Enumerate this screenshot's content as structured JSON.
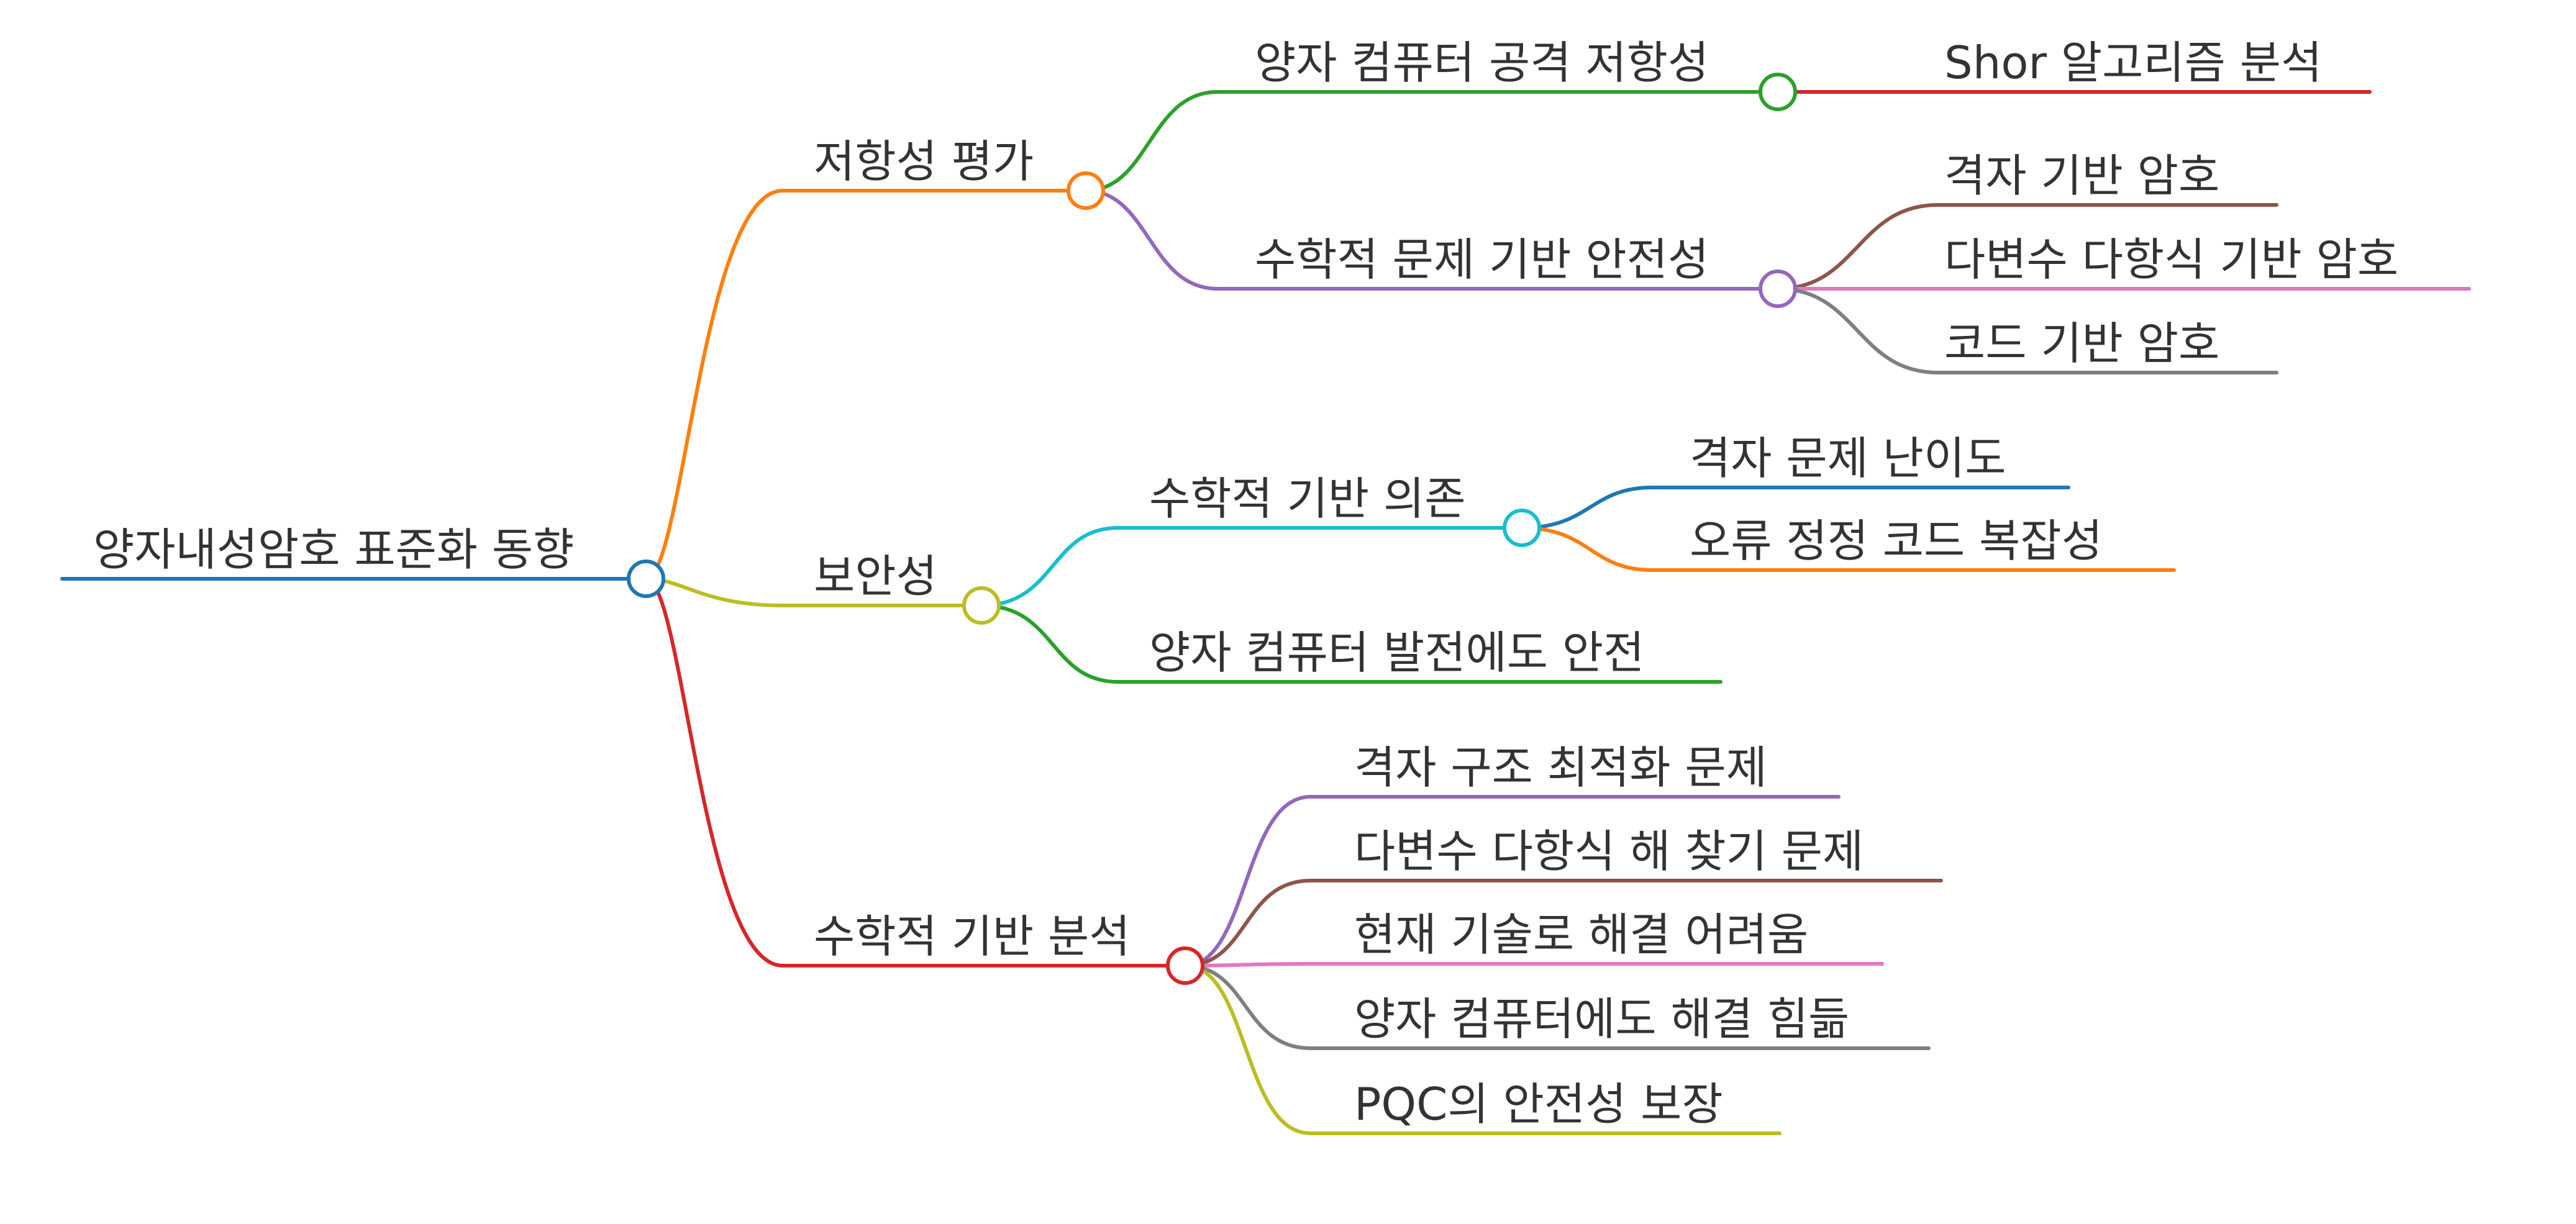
{
  "mindmap": {
    "root": {
      "label": "양자내성암호 표준화 동향",
      "children": [
        {
          "label": "저항성 평가",
          "children": [
            {
              "label": "양자 컴퓨터 공격 저항성",
              "children": [
                {
                  "label": "Shor 알고리즘 분석"
                }
              ]
            },
            {
              "label": "수학적 문제 기반 안전성",
              "children": [
                {
                  "label": "격자 기반 암호"
                },
                {
                  "label": "다변수 다항식 기반 암호"
                },
                {
                  "label": "코드 기반 암호"
                }
              ]
            }
          ]
        },
        {
          "label": "보안성",
          "children": [
            {
              "label": "수학적 기반 의존",
              "children": [
                {
                  "label": "격자 문제 난이도"
                },
                {
                  "label": "오류 정정 코드 복잡성"
                }
              ]
            },
            {
              "label": "양자 컴퓨터 발전에도 안전"
            }
          ]
        },
        {
          "label": "수학적 기반 분석",
          "children": [
            {
              "label": "격자 구조 최적화 문제"
            },
            {
              "label": "다변수 다항식 해 찾기 문제"
            },
            {
              "label": "현재 기술로 해결 어려움"
            },
            {
              "label": "양자 컴퓨터에도 해결 힘듦"
            },
            {
              "label": "PQC의 안전성 보장"
            }
          ]
        }
      ]
    }
  },
  "colors": {
    "blue": "#1f77b4",
    "orange": "#ff7f0e",
    "green": "#2ca02c",
    "red": "#d62728",
    "purple": "#9467bd",
    "brown": "#8c564b",
    "pink": "#e377c2",
    "gray": "#7f7f7f",
    "olive": "#bcbd22",
    "cyan": "#17becf"
  }
}
